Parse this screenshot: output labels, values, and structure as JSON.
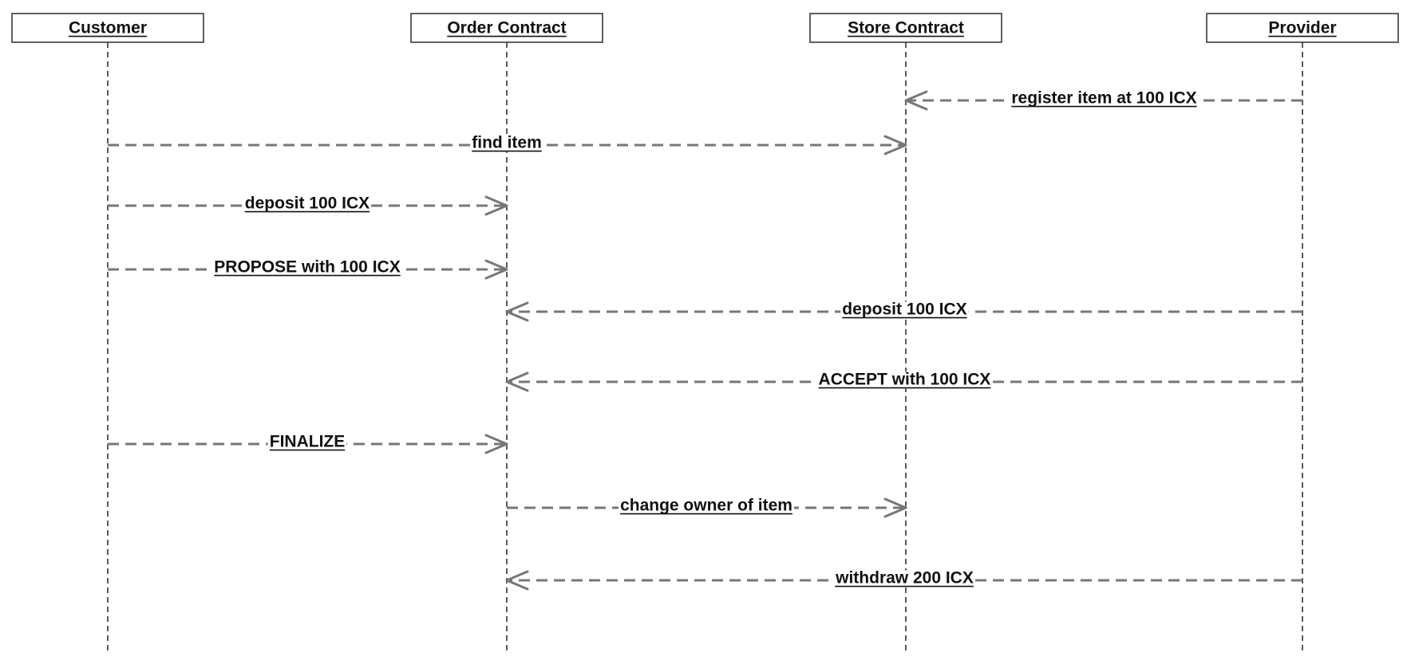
{
  "actors": [
    {
      "id": "customer",
      "label": "Customer"
    },
    {
      "id": "order",
      "label": "Order Contract"
    },
    {
      "id": "store",
      "label": "Store Contract"
    },
    {
      "id": "provider",
      "label": "Provider"
    }
  ],
  "messages": [
    {
      "from": "provider",
      "to": "store",
      "label": "register item at 100 ICX"
    },
    {
      "from": "customer",
      "to": "store",
      "label": "find item"
    },
    {
      "from": "customer",
      "to": "order",
      "label": "deposit 100 ICX"
    },
    {
      "from": "customer",
      "to": "order",
      "label": "PROPOSE with 100 ICX"
    },
    {
      "from": "provider",
      "to": "order",
      "label": "deposit 100 ICX"
    },
    {
      "from": "provider",
      "to": "order",
      "label": "ACCEPT with 100 ICX"
    },
    {
      "from": "customer",
      "to": "order",
      "label": "FINALIZE"
    },
    {
      "from": "order",
      "to": "store",
      "label": "change owner of item"
    },
    {
      "from": "provider",
      "to": "order",
      "label": "withdraw 200 ICX"
    }
  ]
}
